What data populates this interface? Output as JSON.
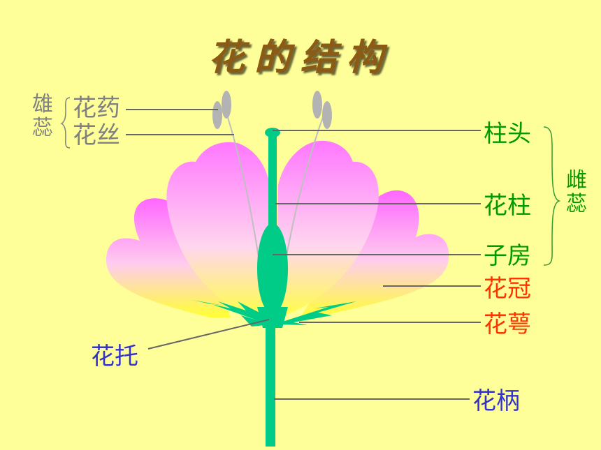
{
  "title": "花的结构",
  "stamen": {
    "group_label_top": "雄",
    "group_label_bottom": "蕊",
    "anther": "花药",
    "filament": "花丝"
  },
  "pistil": {
    "group_label_top": "雌",
    "group_label_bottom": "蕊",
    "stigma": "柱头",
    "style": "花柱",
    "ovary": "子房"
  },
  "corolla": "花冠",
  "calyx": "花萼",
  "receptacle": "花托",
  "pedicel": "花柄",
  "colors": {
    "background": "#ffff99",
    "petal_top": "#ff66ff",
    "petal_bottom": "#ffff33",
    "pistil": "#00cc88",
    "anther": "#b3b3b3",
    "pointer_line": "#666666"
  }
}
